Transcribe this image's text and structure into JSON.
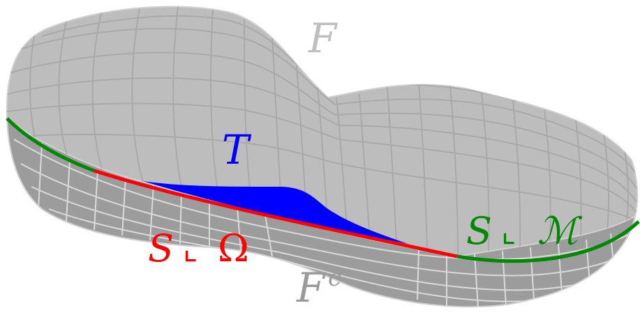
{
  "labels": {
    "F": "F",
    "F_complement_base": "F",
    "F_complement_sup": "c",
    "T": "T",
    "S_omega": "S",
    "S_mathcal_M": "S",
    "restrict_symbol": "⌞",
    "omega_symbol": "Ω",
    "mathcal_M": "ℳ"
  },
  "colors": {
    "surface_light": "#bdbdbd",
    "surface_dark": "#9a9a9a",
    "mesh": "#d4d4d4",
    "label_gray": "#bfbfbf",
    "T_region": "#0000ff",
    "curve_red": "#ff0000",
    "curve_green": "#008800"
  }
}
